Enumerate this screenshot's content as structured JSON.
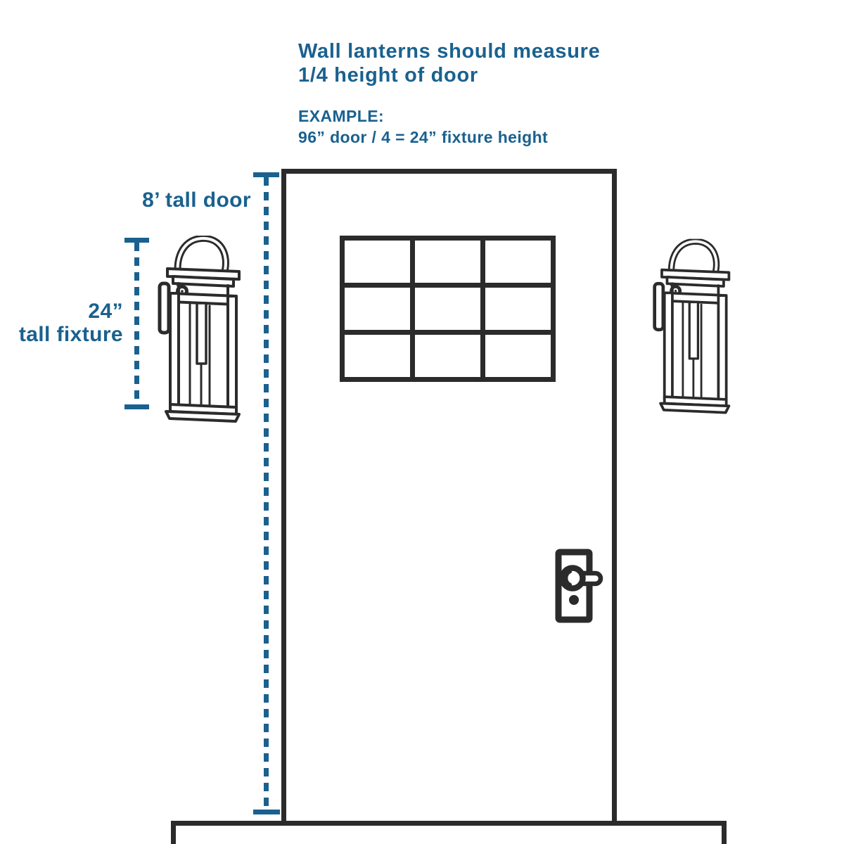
{
  "colors": {
    "accent_blue": "#1A618F",
    "line_ink": "#2B2B2B",
    "background": "#FFFFFF"
  },
  "heading": {
    "line1": "Wall lanterns should measure",
    "line2": "1/4 height of door"
  },
  "example": {
    "label": "EXAMPLE:",
    "formula": "96” door / 4 = 24” fixture height"
  },
  "annotations": {
    "door_height_label": "8’ tall door",
    "fixture_height_line1": "24”",
    "fixture_height_line2": "tall fixture"
  },
  "diagram": {
    "door_window": {
      "rows": 3,
      "cols": 3
    },
    "lantern_count": 2
  }
}
